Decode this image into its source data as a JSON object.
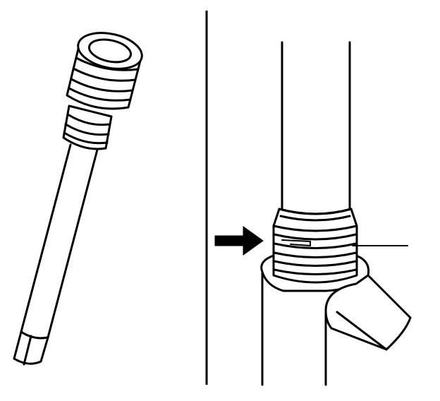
{
  "figure": {
    "panels": [
      {
        "id": "left",
        "subject": "threaded-tool"
      },
      {
        "id": "right",
        "subject": "threaded-joint"
      }
    ],
    "colors": {
      "line": "#000000",
      "background": "#ffffff"
    },
    "callout": {
      "marker": "arrow-icon",
      "direction": "right"
    }
  }
}
